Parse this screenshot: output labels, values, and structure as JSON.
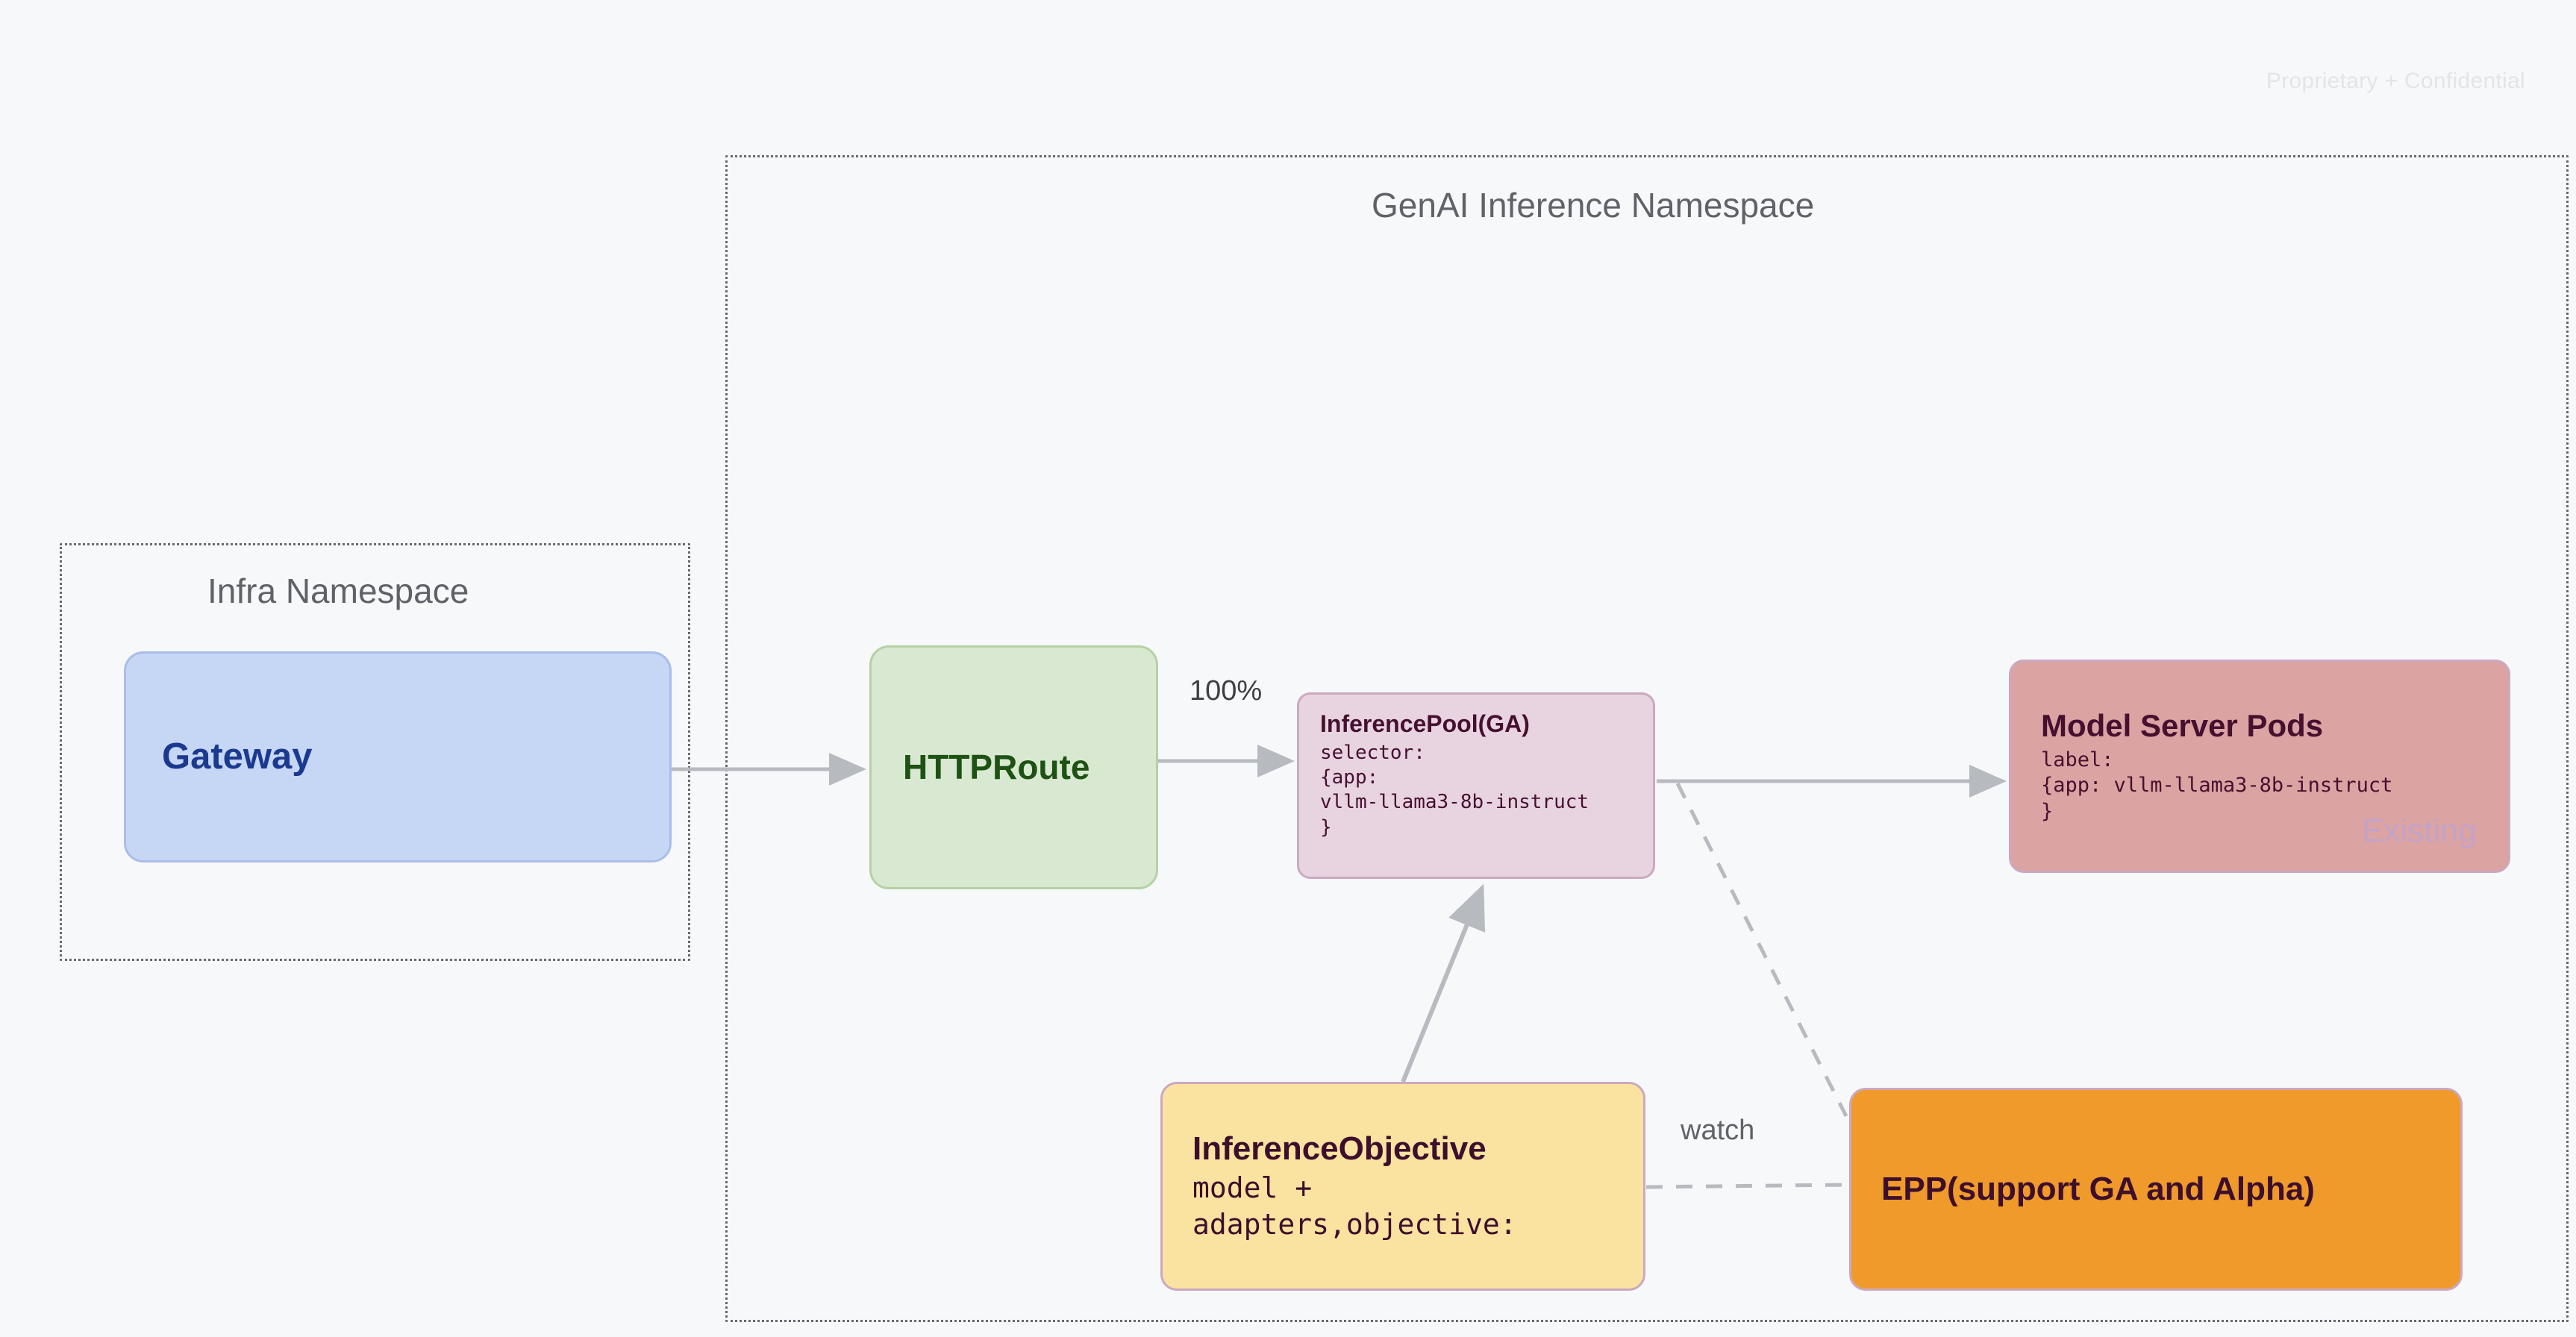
{
  "page": {
    "confidential_note": "Proprietary + Confidential",
    "background_color": "#f7f8fa"
  },
  "namespaces": [
    {
      "id": "infra",
      "title": "Infra Namespace",
      "border_color": "#666a70"
    },
    {
      "id": "genai",
      "title": "GenAI Inference Namespace",
      "border_color": "#666a70"
    }
  ],
  "nodes": {
    "gateway": {
      "title": "Gateway",
      "fill": "#c6d6f5",
      "text_color": "#1b3a8f"
    },
    "httproute": {
      "title": "HTTPRoute",
      "fill": "#d9e8d0",
      "text_color": "#1e5214"
    },
    "inferencepool": {
      "title": "InferencePool(GA)",
      "sub": "selector:\n{app:\nvllm-llama3-8b-instruct\n}",
      "fill": "#e8d4e1",
      "text_color": "#46102f"
    },
    "modelserver": {
      "title": "Model Server Pods",
      "sub": "label:\n{app: vllm-llama3-8b-instruct\n}",
      "badge": "Existing",
      "fill": "#dca3a3",
      "text_color": "#46102f",
      "badge_color": "#c3a3c7"
    },
    "inferenceobjective": {
      "title": "InferenceObjective",
      "sub": "model +\nadapters,objective:",
      "fill": "#fae3a0",
      "text_color": "#3d0f2c"
    },
    "epp": {
      "title": "EPP(support GA and Alpha)",
      "fill": "#f09a2c",
      "text_color": "#3d0f2c"
    }
  },
  "edges": [
    {
      "id": "gateway-to-httproute",
      "from": "gateway",
      "to": "httproute",
      "label": "",
      "style": "solid"
    },
    {
      "id": "httproute-to-inferencepool",
      "from": "httproute",
      "to": "inferencepool",
      "label": "100%",
      "style": "solid"
    },
    {
      "id": "inferencepool-to-modelserver",
      "from": "inferencepool",
      "to": "modelserver",
      "label": "",
      "style": "solid"
    },
    {
      "id": "inferenceobjective-to-inferencepool",
      "from": "inferenceobjective",
      "to": "inferencepool",
      "label": "",
      "style": "solid"
    },
    {
      "id": "inferencepool-to-epp",
      "from": "inferencepool",
      "to": "epp",
      "label": "",
      "style": "dashed"
    },
    {
      "id": "inferenceobjective-to-epp",
      "from": "inferenceobjective",
      "to": "epp",
      "label": "watch",
      "style": "dashed"
    }
  ],
  "edge_labels": {
    "traffic_weight": "100%",
    "watch": "watch"
  },
  "colors": {
    "edge_stroke": "#b7bbc0",
    "namespace_border": "#666a70",
    "namespace_title": "#5f6368"
  }
}
